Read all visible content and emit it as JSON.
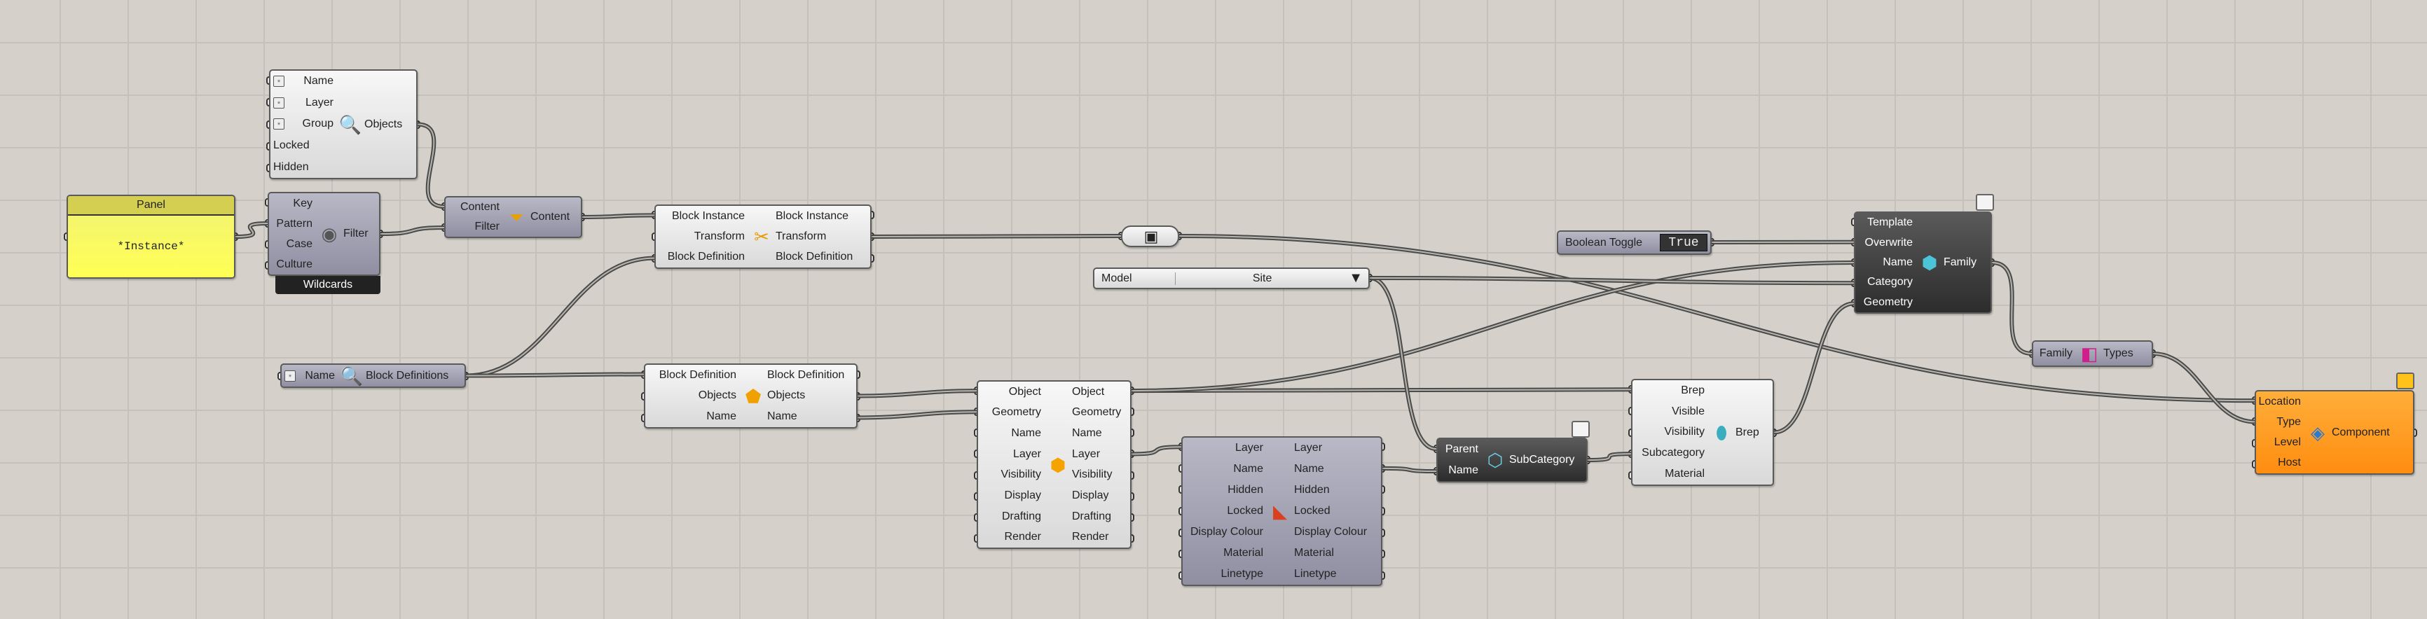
{
  "nodes": {
    "query": {
      "inputs": [
        "Name",
        "Layer",
        "Group",
        "Locked",
        "Hidden"
      ],
      "outputs": [
        "Objects"
      ],
      "icon": "query-objects-icon"
    },
    "panel": {
      "header": "Panel",
      "content": "*Instance*"
    },
    "wildcards": {
      "inputs": [
        "Key",
        "Pattern",
        "Case",
        "Culture"
      ],
      "outputs": [
        "Filter"
      ],
      "footer": "Wildcards",
      "icon": "regex-icon"
    },
    "content": {
      "inputs": [
        "Content",
        "Filter"
      ],
      "outputs": [
        "Content"
      ],
      "icon": "funnel-icon"
    },
    "blockinst": {
      "inputs": [
        "Block Instance",
        "Transform",
        "Block Definition"
      ],
      "outputs": [
        "Block Instance",
        "Transform",
        "Block Definition"
      ],
      "icon": "explode-block-icon"
    },
    "relay": {
      "icon": "relay-icon"
    },
    "toggle": {
      "label": "Boolean Toggle",
      "value": "True"
    },
    "family": {
      "inputs": [
        "Template",
        "Overwrite",
        "Name",
        "Category",
        "Geometry"
      ],
      "outputs": [
        "Family"
      ],
      "icon": "family-icon"
    },
    "dropdown": {
      "label": "Model",
      "value": "Site"
    },
    "blockdefq": {
      "inputs": [
        "Name"
      ],
      "outputs": [
        "Block Definitions"
      ],
      "icon": "query-block-icon"
    },
    "blockdef": {
      "inputs": [
        "Block Definition",
        "Objects",
        "Name"
      ],
      "outputs": [
        "Block Definition",
        "Objects",
        "Name"
      ],
      "icon": "block-definition-icon"
    },
    "objprops": {
      "inputs": [
        "Object",
        "Geometry",
        "Name",
        "Layer",
        "Visibility",
        "Display",
        "Drafting",
        "Render"
      ],
      "outputs": [
        "Object",
        "Geometry",
        "Name",
        "Layer",
        "Visibility",
        "Display",
        "Drafting",
        "Render"
      ],
      "icon": "object-icon"
    },
    "layerprops": {
      "inputs": [
        "Layer",
        "Name",
        "Hidden",
        "Locked",
        "Display Colour",
        "Material",
        "Linetype"
      ],
      "outputs": [
        "Layer",
        "Name",
        "Hidden",
        "Locked",
        "Display Colour",
        "Material",
        "Linetype"
      ],
      "icon": "layer-icon"
    },
    "subcat": {
      "inputs": [
        "Parent",
        "Name"
      ],
      "outputs": [
        "SubCategory"
      ],
      "icon": "subcategory-icon"
    },
    "brep": {
      "inputs": [
        "Brep",
        "Visible",
        "Visibility",
        "Subcategory",
        "Material"
      ],
      "outputs": [
        "Brep"
      ],
      "icon": "brep-visibility-icon"
    },
    "types": {
      "inputs": [
        "Family"
      ],
      "outputs": [
        "Types"
      ],
      "icon": "family-types-icon"
    },
    "component": {
      "inputs": [
        "Location",
        "Type",
        "Level",
        "Host"
      ],
      "outputs": [
        "Component"
      ],
      "icon": "component-icon"
    }
  }
}
